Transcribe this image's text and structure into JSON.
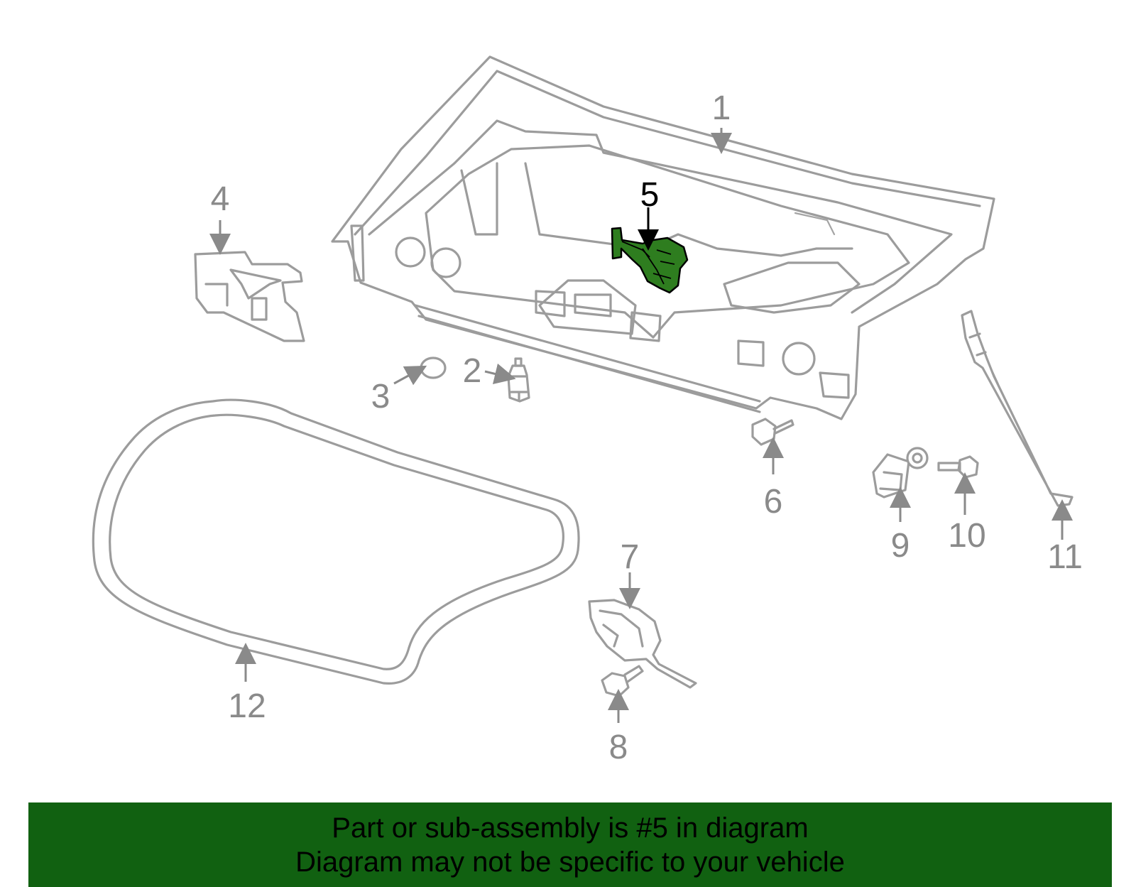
{
  "callouts": [
    "1",
    "2",
    "3",
    "4",
    "5",
    "6",
    "7",
    "8",
    "9",
    "10",
    "11",
    "12"
  ],
  "highlighted_part": "5",
  "highlight_color": "#2e7d1f",
  "banner": {
    "line1": "Part or sub-assembly is #5 in diagram",
    "line2": "Diagram may not be specific to your vehicle",
    "background": "#116111"
  }
}
